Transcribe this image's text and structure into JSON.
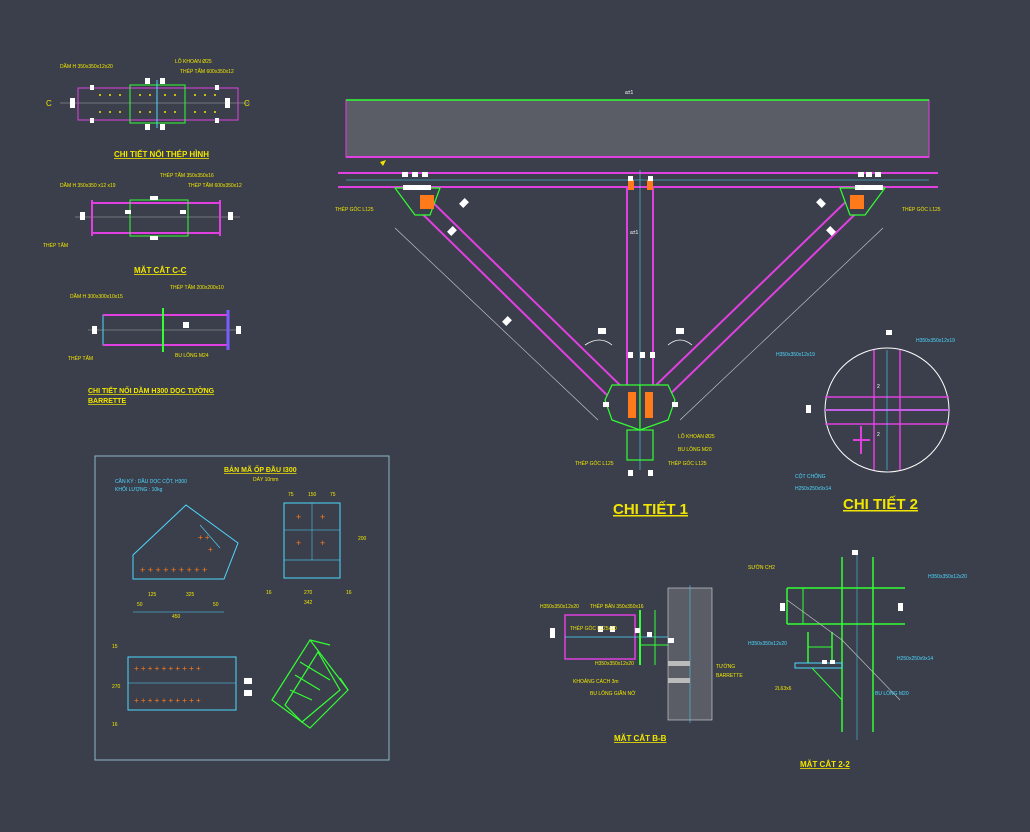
{
  "colors": {
    "background": "#3a3f4b",
    "label_yellow": "#f2e600",
    "steel_magenta": "#e040e0",
    "line_green": "#33ff33",
    "line_cyan": "#4fd8ff",
    "bolt_orange": "#ff7a1a",
    "concrete": "#5a5d66"
  },
  "titles": {
    "chi_tiet_noi": "CHI TIẾT NỐI THÉP HÌNH",
    "mat_cat_cc": "MẶT CẮT C-C",
    "chi_tiet_noi_dam": "CHI TIẾT NỐI DẦM H300 DỌC TƯỜNG",
    "chi_tiet_noi_dam2": "BARRETTE",
    "chi_tiet_1": "CHI TIẾT 1",
    "chi_tiet_2": "CHI TIẾT 2",
    "mat_cat_bb": "MẶT CẮT B-B",
    "mat_cat_22": "MẶT CẮT 2-2",
    "ban_ma": "BẢN MÃ ỐP ĐẦU I300",
    "ban_ma_sub": "DÀY 10mm"
  },
  "labels": {
    "dam_h_top": "DẦM H 350x350x12x20",
    "lo_khoan": "LỖ KHOAN Ø25",
    "thep_tam_top": "THÉP TẤM 600x350x12",
    "section_c": "C",
    "dam_h_mid": "DẦM H 350x350 x12 x19",
    "thep_tam_350": "THÉP TẤM 350x350x16",
    "thep_tam_600": "THÉP TẤM 600x350x12",
    "thep_tam": "THÉP TẤM",
    "dam_h300": "DẦM H 300x300x10x15",
    "thep_tam_200": "THÉP TẤM 200x200x10",
    "bu_long": "BU LÔNG M24",
    "thep_goc_left": "THÉP GÓC L125",
    "thep_goc_right": "THÉP GÓC L125",
    "thep_goc_bottom": "THÉP GÓC L125",
    "thep_goc_bottom_r": "THÉP GÓC L125",
    "lo_khoan_b": "LỖ KHOAN Ø25",
    "bu_long_b": "BU LÔNG M20",
    "h350_a": "H350x350x12x19",
    "h350_b": "H350x350x12x19",
    "cot_chong": "CỘT CHỐNG",
    "h250": "H250x250x9x14",
    "h350_bb": "H350x350x12x20",
    "thep_ban_bb": "THÉP BẢN 350x350x16",
    "thep_goc_bb": "THÉP GÓC L125x10",
    "h350_bb2": "H350x350x12x20",
    "tuong": "TƯỜNG",
    "barrette": "BARRETTE",
    "khoang_cach": "KHOẢNG CÁCH 3m",
    "bu_long_gian_no": "BU LÔNG GIÃN NỞ",
    "song_ch2": "SƯỜN CH2",
    "h350_22": "H350x350x12x20",
    "h350_22b": "H350x350x12x20",
    "h250_22": "H250x250x9x14",
    "l63": "2L63x6",
    "bu_long_22": "BU LÔNG M20",
    "can_ky": "CẦN KÝ : DẦU DỌC CỘT, H300",
    "khoi_luong": "KHỐI LƯỢNG : 10kg",
    "dim_150": "150",
    "dim_75a": "75",
    "dim_75b": "75",
    "dim_200": "200",
    "dim_270": "270",
    "dim_16a": "16",
    "dim_16b": "16",
    "dim_342": "342",
    "dim_450": "450",
    "dim_125": "125",
    "dim_325": "325",
    "dim_50a": "50",
    "dim_50b": "50",
    "dim_15": "15",
    "dim_270v": "270",
    "dim_16v": "16",
    "dim_15v": "15",
    "axis_top": "a±1",
    "axis_mid": "a±1",
    "dim_2a": "2",
    "dim_2b": "2"
  }
}
